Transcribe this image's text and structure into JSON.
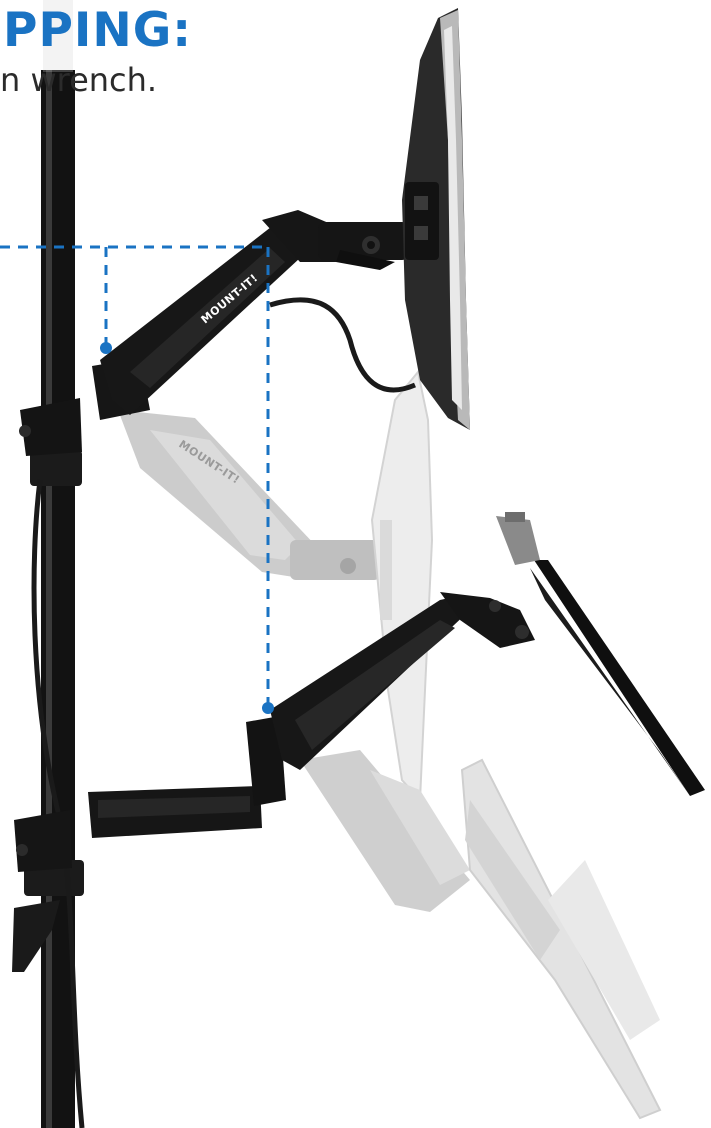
{
  "heading": {
    "title": "PPING:",
    "subtitle": "n wrench."
  },
  "product": {
    "brand_upper": "MOUNT-IT!",
    "brand_lower": "MOUNT-IT!"
  },
  "colors": {
    "accent": "#1a73c3",
    "arm": "#141414",
    "ghost": "#c9c9c9",
    "pole": "#111111"
  },
  "icons": {
    "pole": "vertical-pole",
    "upper_arm": "gas-spring-arm",
    "lower_arm": "articulating-arm",
    "monitor": "monitor-side-view",
    "vesa_plate": "vesa-plate",
    "cable": "cable"
  }
}
